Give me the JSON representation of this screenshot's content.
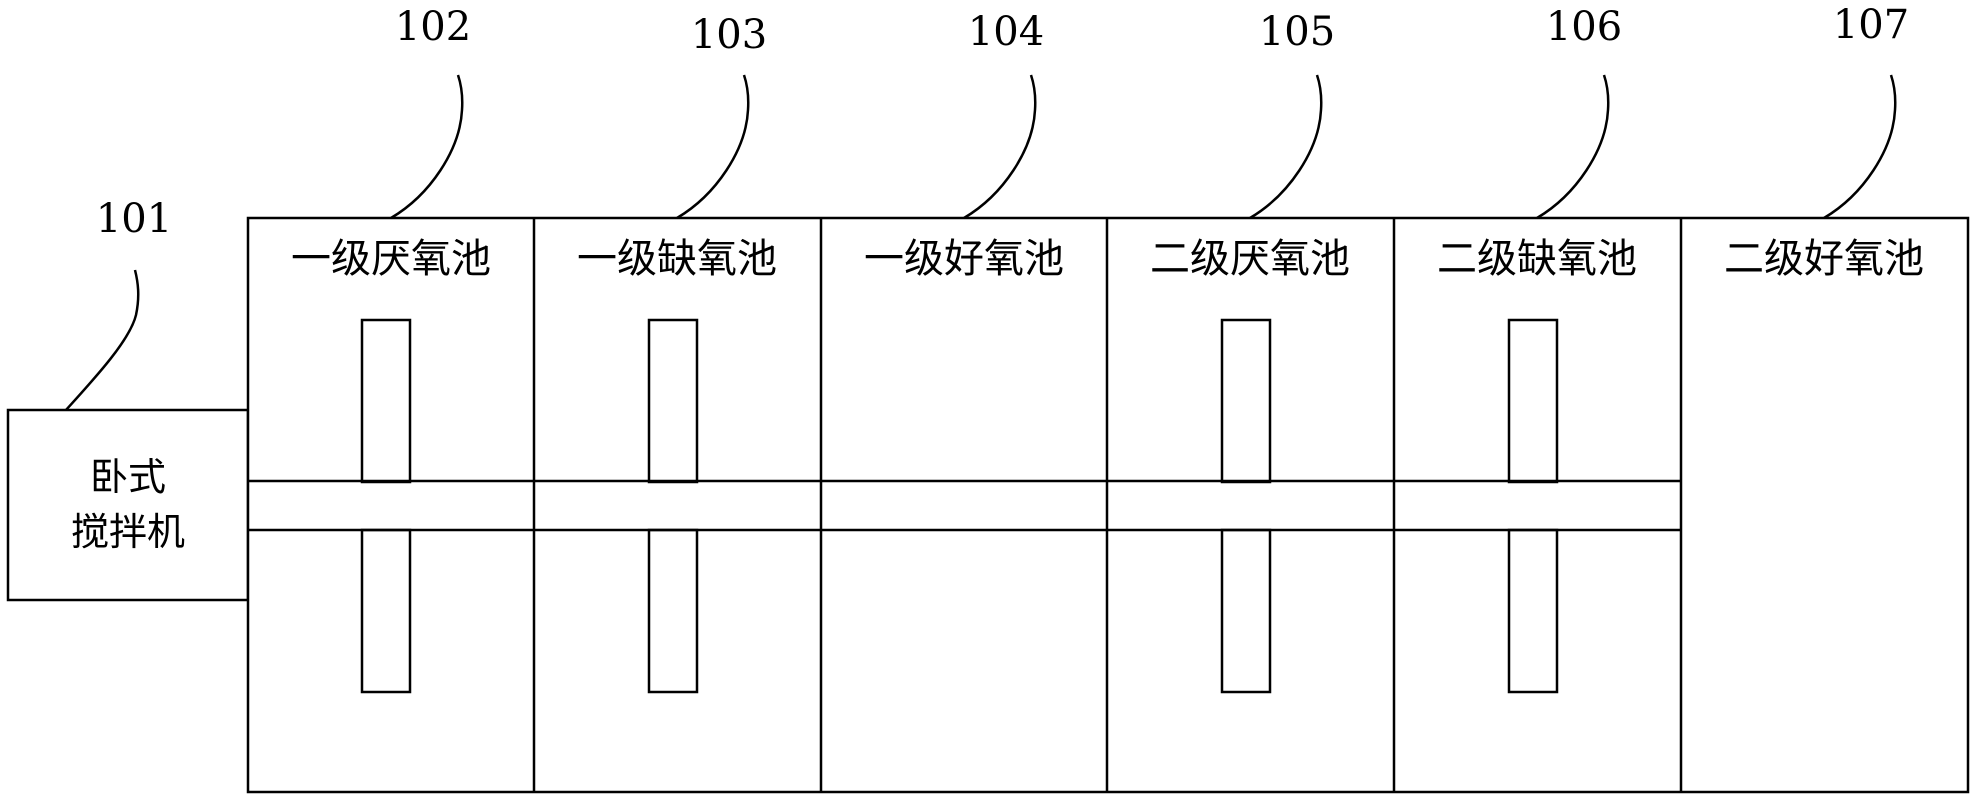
{
  "diagram": {
    "mixer": {
      "ref": "101",
      "label_line1": "卧式",
      "label_line2": "搅拌机"
    },
    "tanks": [
      {
        "ref": "102",
        "label": "一级厌氧池",
        "has_paddle": true
      },
      {
        "ref": "103",
        "label": "一级缺氧池",
        "has_paddle": true
      },
      {
        "ref": "104",
        "label": "一级好氧池",
        "has_paddle": false
      },
      {
        "ref": "105",
        "label": "二级厌氧池",
        "has_paddle": true
      },
      {
        "ref": "106",
        "label": "二级缺氧池",
        "has_paddle": true
      },
      {
        "ref": "107",
        "label": "二级好氧池",
        "has_paddle": false
      }
    ]
  }
}
